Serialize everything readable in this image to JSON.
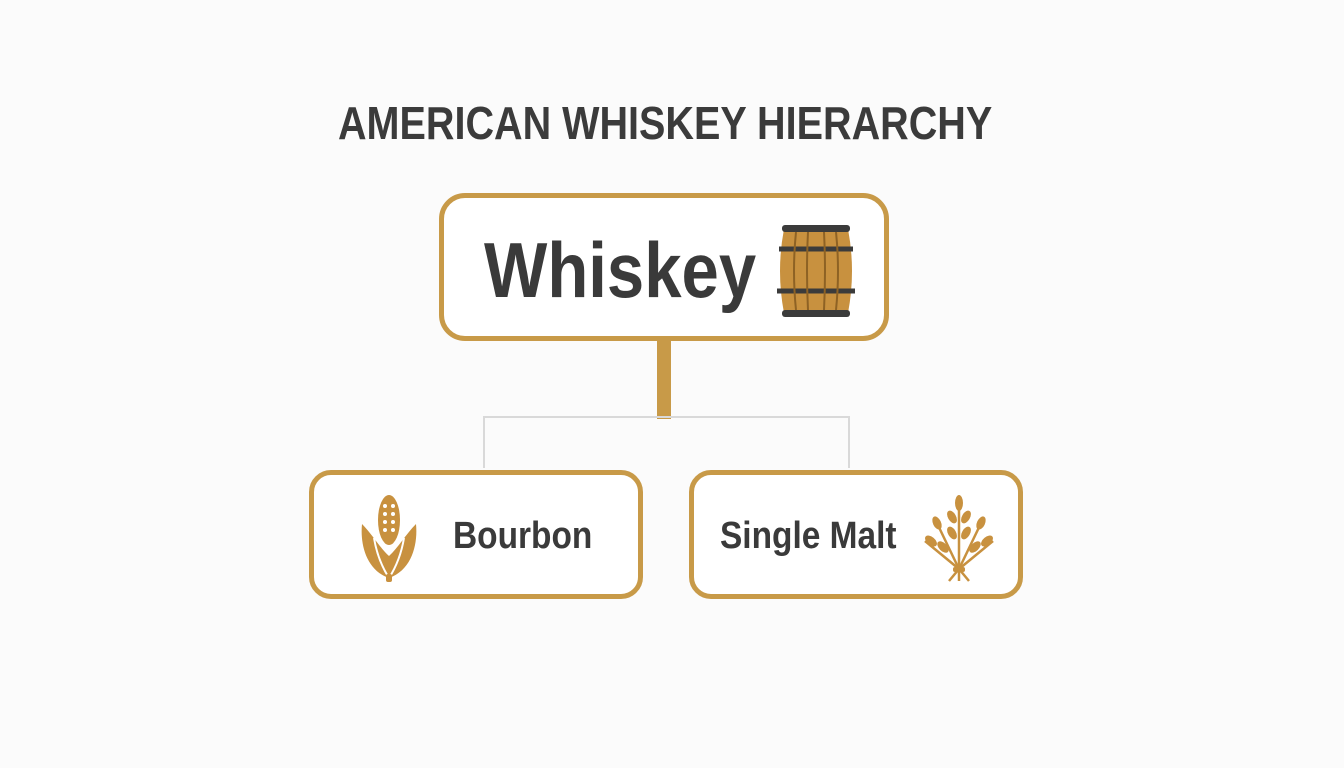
{
  "title": "AMERICAN WHISKEY HIERARCHY",
  "colors": {
    "accent": "#c89a48",
    "text": "#3a3a3a",
    "line": "#d9d9d9"
  },
  "root": {
    "label": "Whiskey",
    "icon": "barrel-icon"
  },
  "children": [
    {
      "label": "Bourbon",
      "icon": "corn-icon"
    },
    {
      "label": "Single Malt",
      "icon": "wheat-icon"
    }
  ]
}
